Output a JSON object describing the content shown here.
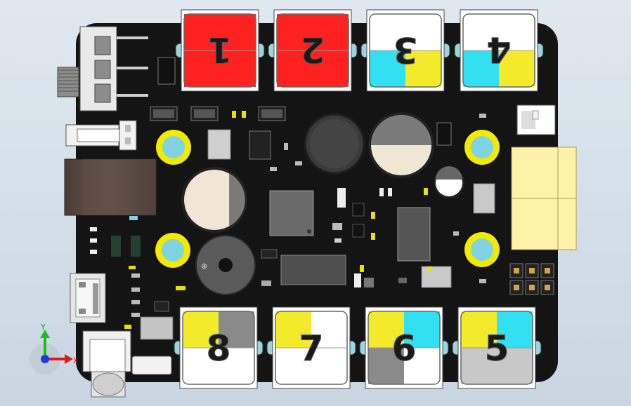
{
  "view": {
    "background_top": "#dfe8ee",
    "background_bottom": "#c9d6e2",
    "axis_labels": {
      "y": "Y",
      "x": "X"
    }
  },
  "board": {
    "pcb_color": "#141414",
    "mount_hole_ring_color": "#f2ea00",
    "mount_hole_color": "#7fd3e3"
  },
  "ports": [
    {
      "label": "1",
      "quadrants": [
        "#ff2020",
        "#ff2020",
        "#ff2020",
        "#ff2020"
      ],
      "flipped": true
    },
    {
      "label": "2",
      "quadrants": [
        "#ff2020",
        "#ff2020",
        "#ff2020",
        "#ff2020"
      ],
      "flipped": true
    },
    {
      "label": "3",
      "quadrants": [
        "#ffffff",
        "#ffffff",
        "#33e0f2",
        "#f2ea2a"
      ],
      "flipped": true
    },
    {
      "label": "4",
      "quadrants": [
        "#ffffff",
        "#ffffff",
        "#33e0f2",
        "#f2ea2a"
      ],
      "flipped": true
    },
    {
      "label": "8",
      "quadrants": [
        "#f2ea2a",
        "#8a8a8a",
        "#ffffff",
        "#ffffff"
      ],
      "flipped": false
    },
    {
      "label": "7",
      "quadrants": [
        "#f2ea2a",
        "#ffffff",
        "#ffffff",
        "#ffffff"
      ],
      "flipped": false
    },
    {
      "label": "6",
      "quadrants": [
        "#f2ea2a",
        "#33e0f2",
        "#8a8a8a",
        "#ffffff"
      ],
      "flipped": false
    },
    {
      "label": "5",
      "quadrants": [
        "#f2ea2a",
        "#33e0f2",
        "#c8c8c8",
        "#c8c8c8"
      ],
      "flipped": false
    }
  ]
}
